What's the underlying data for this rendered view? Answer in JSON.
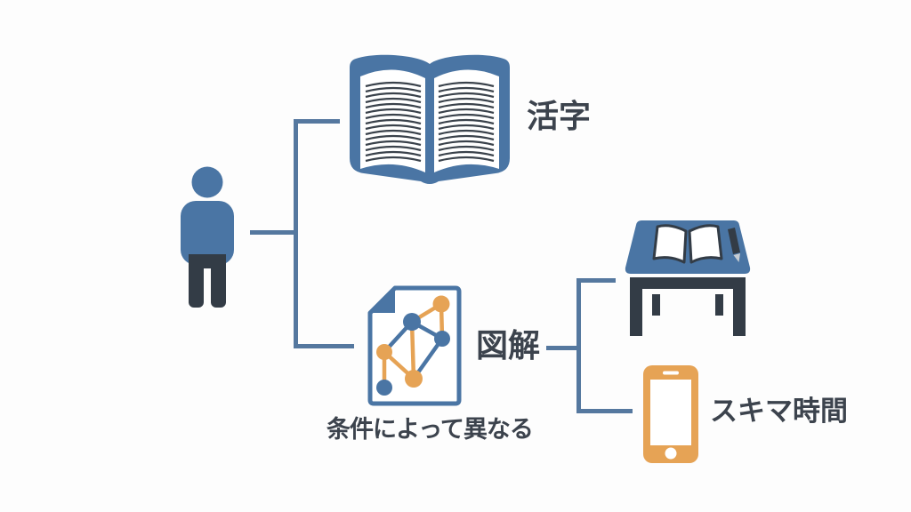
{
  "meta": {
    "type": "flow-diagram",
    "background": "plain-white-slide"
  },
  "colors": {
    "blue": "#4a75a4",
    "line": "#55789f",
    "dark": "#333c46",
    "orange": "#e6a355",
    "text": "#3c434d",
    "bg": "#fdfdfd"
  },
  "nodes": {
    "person": {
      "icon": "person-icon",
      "label": ""
    },
    "katsuji": {
      "icon": "open-book-icon",
      "label": "活字"
    },
    "zukai": {
      "icon": "diagram-document-icon",
      "label": "図解",
      "note": "条件によって異なる"
    },
    "desk": {
      "icon": "study-desk-icon",
      "label": ""
    },
    "sukima": {
      "icon": "smartphone-icon",
      "label": "スキマ時間"
    }
  },
  "edges": [
    {
      "from": "person",
      "to": "katsuji"
    },
    {
      "from": "person",
      "to": "zukai"
    },
    {
      "from": "zukai",
      "to": "desk"
    },
    {
      "from": "zukai",
      "to": "sukima"
    }
  ]
}
